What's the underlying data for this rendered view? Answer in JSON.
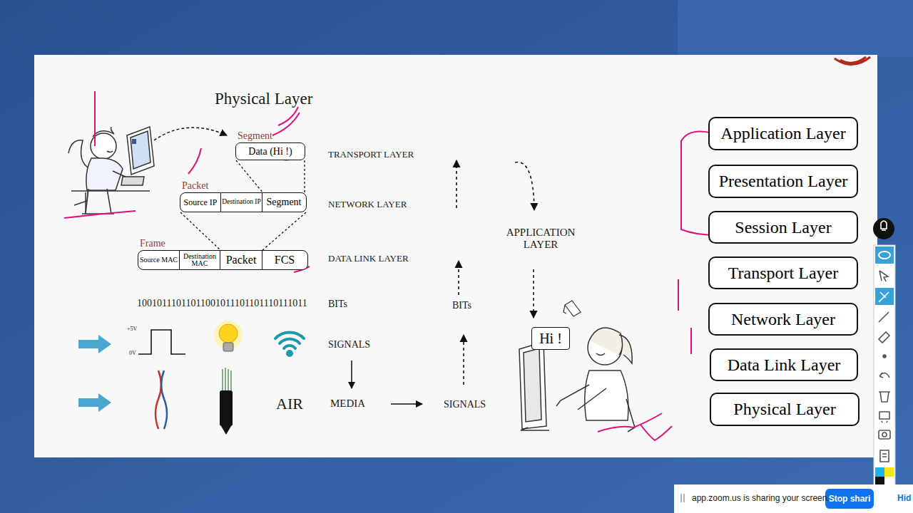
{
  "diagram": {
    "title": "Physical Layer",
    "nodes": [
      {
        "text": [
          "Segment",
          "Data (Hi !)"
        ]
      },
      {
        "text": [
          "Packet"
        ]
      },
      {
        "text": [
          "Source IP"
        ],
        "in": 1
      },
      {
        "text": [
          "Destination IP"
        ],
        "in": 1
      },
      {
        "text": [
          "Segment"
        ],
        "in": 1
      },
      {
        "text": [
          "Frame"
        ]
      },
      {
        "text": [
          "Source MAC"
        ],
        "in": 5
      },
      {
        "text": [
          "Destination MAC"
        ],
        "in": 5
      },
      {
        "text": [
          "Packet"
        ],
        "in": 5
      },
      {
        "text": [
          "FCS"
        ],
        "in": 5
      },
      {
        "text": [
          "Hi !"
        ]
      },
      {
        "text": [
          "Application Layer"
        ]
      },
      {
        "text": [
          "Presentation Layer"
        ]
      },
      {
        "text": [
          "Session Layer"
        ]
      },
      {
        "text": [
          "Transport Layer"
        ]
      },
      {
        "text": [
          "Network Layer"
        ]
      },
      {
        "text": [
          "Data Link Layer"
        ]
      },
      {
        "text": [
          "Physical Layer"
        ]
      },
      {
        "text": [
          "Stop shari"
        ]
      }
    ],
    "edges": [
      {
        "from": 0,
        "to": 4,
        "arrow": "none"
      },
      {
        "from": 1,
        "to": 8,
        "arrow": "none"
      }
    ],
    "labels": [
      "TRANSPORT LAYER",
      "NETWORK LAYER",
      "DATA LINK LAYER",
      "10010111011011001011101101110111011",
      "BITs",
      "+5V",
      "0V",
      "SIGNALS",
      "AIR",
      "MEDIA",
      "SIGNALS",
      "BITs",
      "APPLICATION LAYER",
      "app.zoom.us is sharing your screen.",
      "Hid"
    ]
  }
}
